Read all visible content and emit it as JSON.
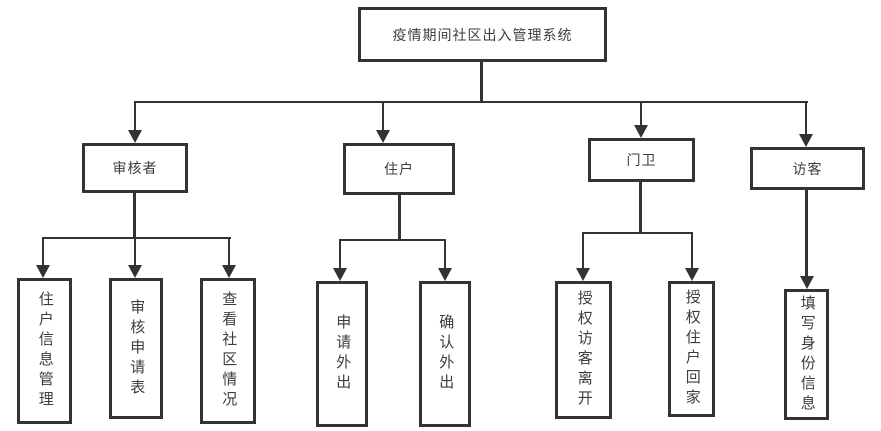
{
  "diagram": {
    "title": "疫情期间社区出入管理系统",
    "root": {
      "id": "root",
      "label": "疫情期间社区出入管理系统"
    },
    "level2": [
      {
        "id": "reviewer",
        "label": "审核者",
        "parent": "root"
      },
      {
        "id": "resident",
        "label": "住户",
        "parent": "root"
      },
      {
        "id": "guard",
        "label": "门卫",
        "parent": "root"
      },
      {
        "id": "visitor",
        "label": "访客",
        "parent": "root"
      }
    ],
    "level3": [
      {
        "id": "resident-info-management",
        "label": "住户信息管理",
        "parent": "reviewer"
      },
      {
        "id": "review-application-form",
        "label": "审核申请表",
        "parent": "reviewer"
      },
      {
        "id": "view-community-status",
        "label": "查看社区情况",
        "parent": "reviewer"
      },
      {
        "id": "apply-go-out",
        "label": "申请外出",
        "parent": "resident"
      },
      {
        "id": "confirm-go-out",
        "label": "确认外出",
        "parent": "resident"
      },
      {
        "id": "authorize-visitor-leave",
        "label": "授权访客离开",
        "parent": "guard"
      },
      {
        "id": "authorize-resident-return",
        "label": "授权住户回家",
        "parent": "guard"
      },
      {
        "id": "fill-identity-info",
        "label": "填写身份信息",
        "parent": "visitor"
      }
    ],
    "colors": {
      "line": "#333333",
      "box_border": "#333333",
      "box_background": "#ffffff",
      "text": "#3d3d3d",
      "canvas_background": "#ffffff"
    }
  }
}
